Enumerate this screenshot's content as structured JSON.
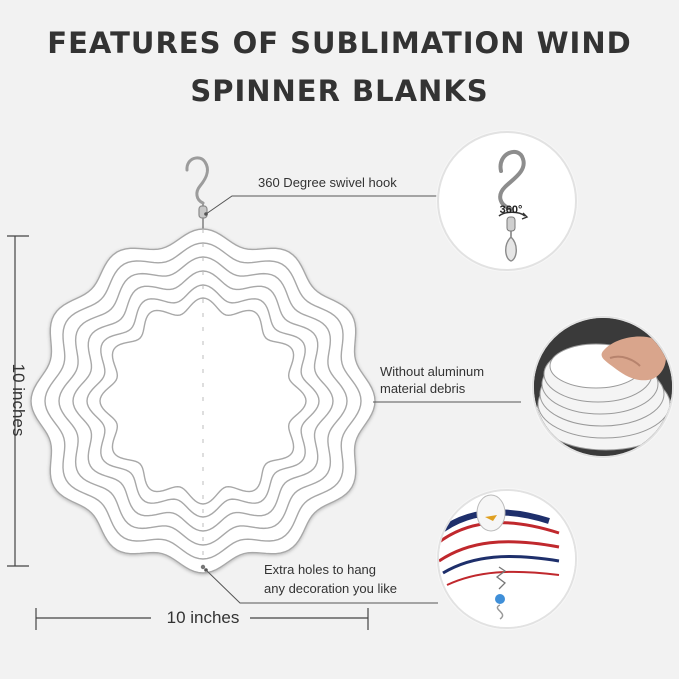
{
  "title": {
    "line1": "FEATURES OF SUBLIMATION WIND",
    "line2": "SPINNER BLANKS"
  },
  "features": {
    "hook": "360 Degree swivel hook",
    "debris_line1": "Without aluminum",
    "debris_line2": "material debris",
    "holes_line1": "Extra holes to hang",
    "holes_line2": "any decoration you like"
  },
  "dimensions": {
    "height": "10 inches",
    "width": "10 inches"
  },
  "swivel_label": "360°",
  "colors": {
    "background": "#f2f2f2",
    "text": "#333333",
    "metal": "#ffffff",
    "outline": "#9a9a9a"
  }
}
